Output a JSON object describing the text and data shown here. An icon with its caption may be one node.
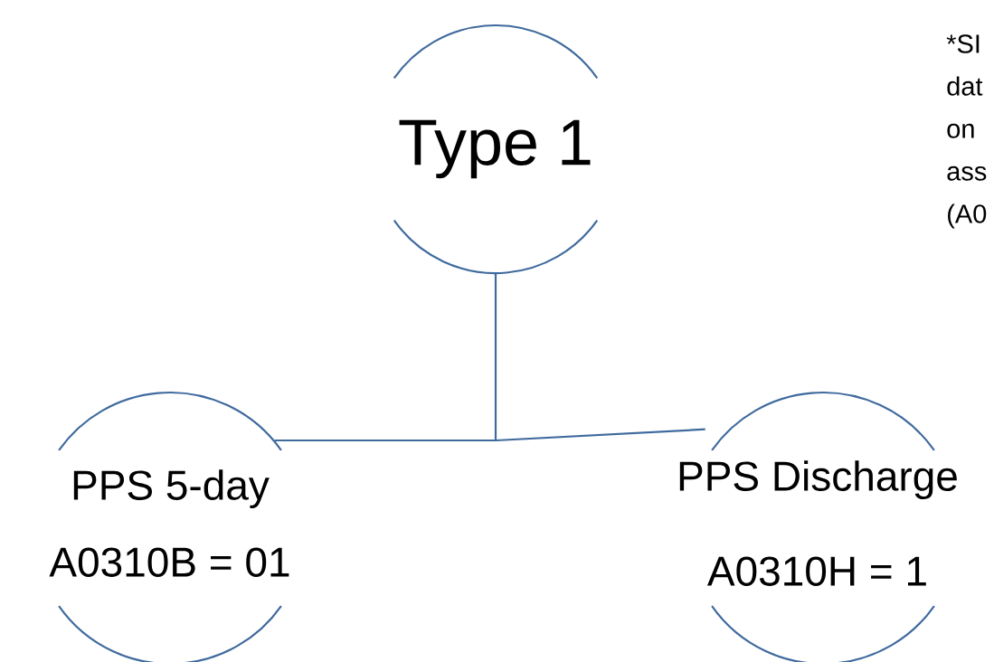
{
  "diagram": {
    "nodes": [
      {
        "text": [
          "Type 1"
        ]
      },
      {
        "text": [
          "PPS 5-day",
          "A0310B = 01"
        ]
      },
      {
        "text": [
          "PPS Discharge",
          "A0310H = 1"
        ]
      }
    ],
    "edges": [
      {
        "from": 0,
        "to": 1,
        "arrow": "none"
      },
      {
        "from": 0,
        "to": 2,
        "arrow": "none"
      }
    ],
    "labels": [
      "*SI dat on ass (A0"
    ]
  }
}
